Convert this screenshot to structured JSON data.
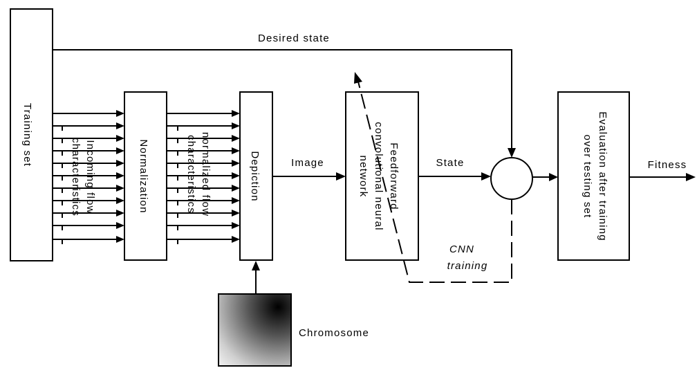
{
  "labels": {
    "training_set": "Training set",
    "incoming": [
      "Incoming flow",
      "characteristics"
    ],
    "normalization": "Normalization",
    "normalized": [
      "normalized flow",
      "characteristics"
    ],
    "depiction": "Depiction",
    "image": "Image",
    "cnn": [
      "Feedforward",
      "convolutional neural",
      "network"
    ],
    "state": "State",
    "desired_state": "Desired state",
    "evaluation": [
      "Evaluation after training",
      "over testing set"
    ],
    "fitness": "Fitness",
    "chromosome": "Chromosome",
    "cnn_training": [
      "CNN",
      "training"
    ]
  }
}
